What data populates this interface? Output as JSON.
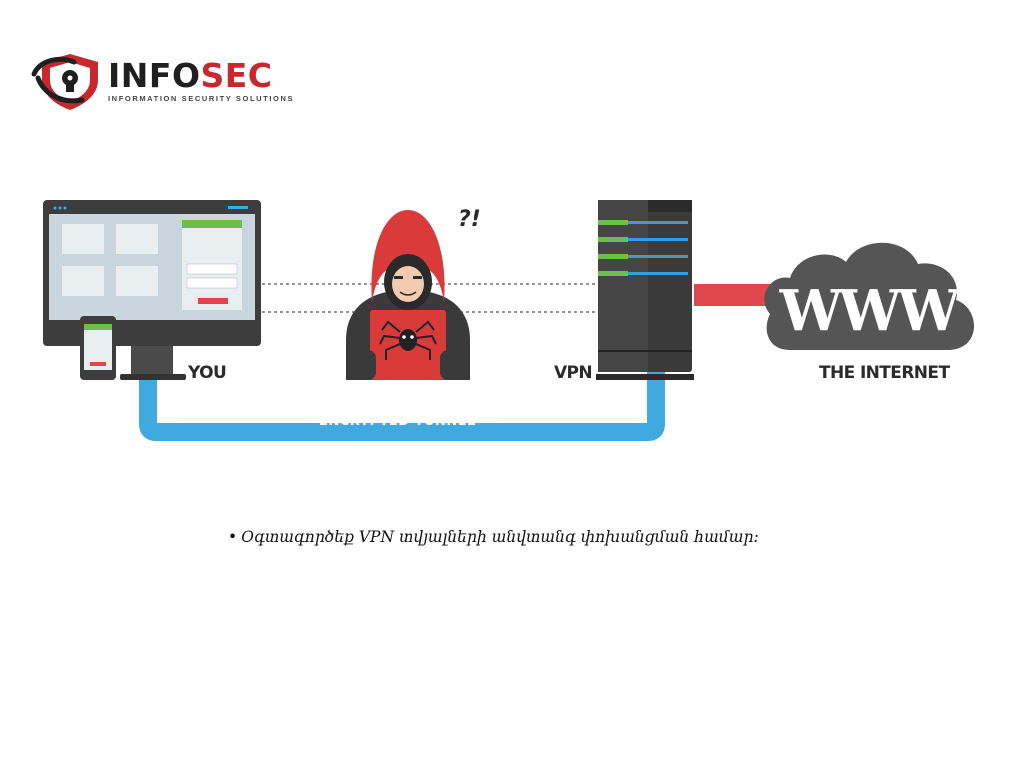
{
  "logo": {
    "word_part1": "INFO",
    "word_part2": "SEC",
    "tagline": "INFORMATION SECURITY SOLUTIONS",
    "colors": {
      "dark": "#1f1f1f",
      "red": "#c8272d"
    }
  },
  "diagram": {
    "labels": {
      "you": "YOU",
      "vpn": "VPN",
      "internet": "THE INTERNET",
      "tunnel": "ENCRYPTED TUNNEL",
      "hacker_mark": "?!",
      "cloud_text": "WWW"
    },
    "colors": {
      "tunnel_blue": "#3fa9e0",
      "link_red": "#e0474c",
      "hood_red": "#d93a3a",
      "server_dark": "#3a3a3a",
      "server_led_green": "#6cc04a",
      "server_led_blue": "#3b9bd8",
      "cloud_gray": "#555555",
      "monitor_dark": "#3d3d3d",
      "screen_bg": "#c9d6de",
      "panel_green": "#6cc04a"
    },
    "icons": [
      "computer-monitor-icon",
      "smartphone-icon",
      "hacker-icon",
      "spider-icon",
      "server-icon",
      "cloud-icon"
    ]
  },
  "caption": {
    "bullet": "•",
    "text": "Օգտագործեք VPN տվյալների անվտանգ  փոխանցման համար։"
  }
}
